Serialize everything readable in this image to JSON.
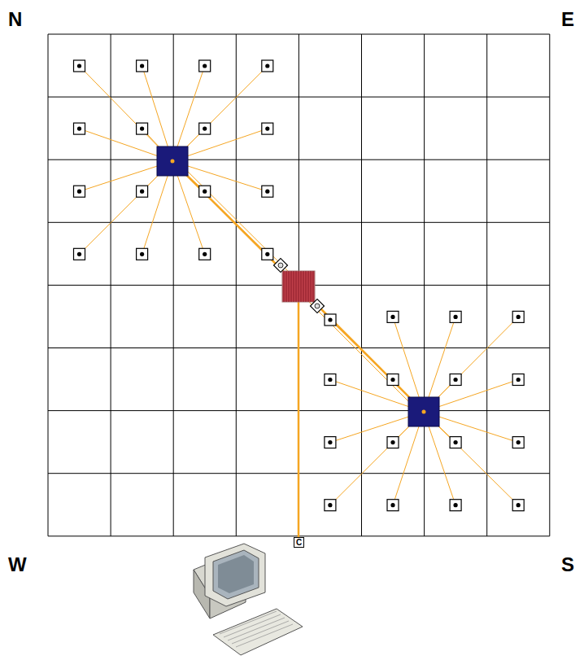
{
  "diagram": {
    "nodes": [
      {
        "text": [
          "C"
        ]
      }
    ],
    "labels": [
      "N",
      "E",
      "W",
      "S"
    ]
  }
}
